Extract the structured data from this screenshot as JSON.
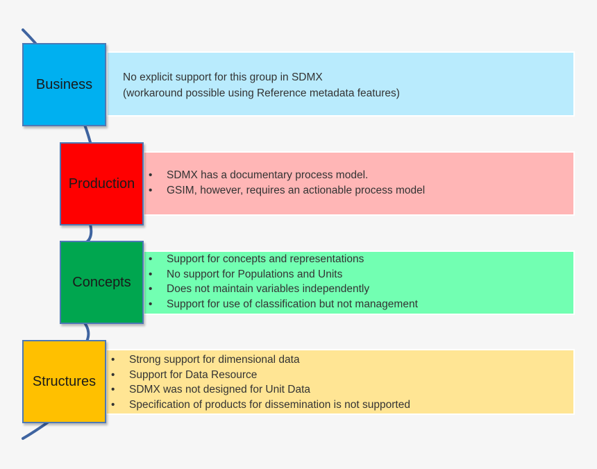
{
  "colors": {
    "spine": "#3f64a0",
    "box_border": "#4d79b5",
    "business_box": "#00b0f0",
    "business_panel": "#b9ebfd",
    "production_box": "#ff0000",
    "production_panel": "#ffb6b6",
    "concepts_box": "#00a64f",
    "concepts_panel": "#72ffb2",
    "structures_box": "#ffc000",
    "structures_panel": "#ffe594"
  },
  "groups": [
    {
      "id": "business",
      "label": "Business",
      "lines": [
        "No explicit support for this group in SDMX",
        "(workaround possible using Reference metadata features)"
      ]
    },
    {
      "id": "production",
      "label": "Production",
      "bullets": [
        "SDMX has a documentary  process model.",
        "GSIM, however,  requires an actionable process model"
      ]
    },
    {
      "id": "concepts",
      "label": "Concepts",
      "bullets": [
        "Support for concepts and representations",
        "No support for Populations and Units",
        "Does not maintain variables independently",
        "Support for use of classification but not management"
      ]
    },
    {
      "id": "structures",
      "label": "Structures",
      "bullets": [
        "Strong support for dimensional data",
        "Support for Data Resource",
        "SDMX was not designed for Unit Data",
        "Specification of products for dissemination is not supported"
      ]
    }
  ]
}
